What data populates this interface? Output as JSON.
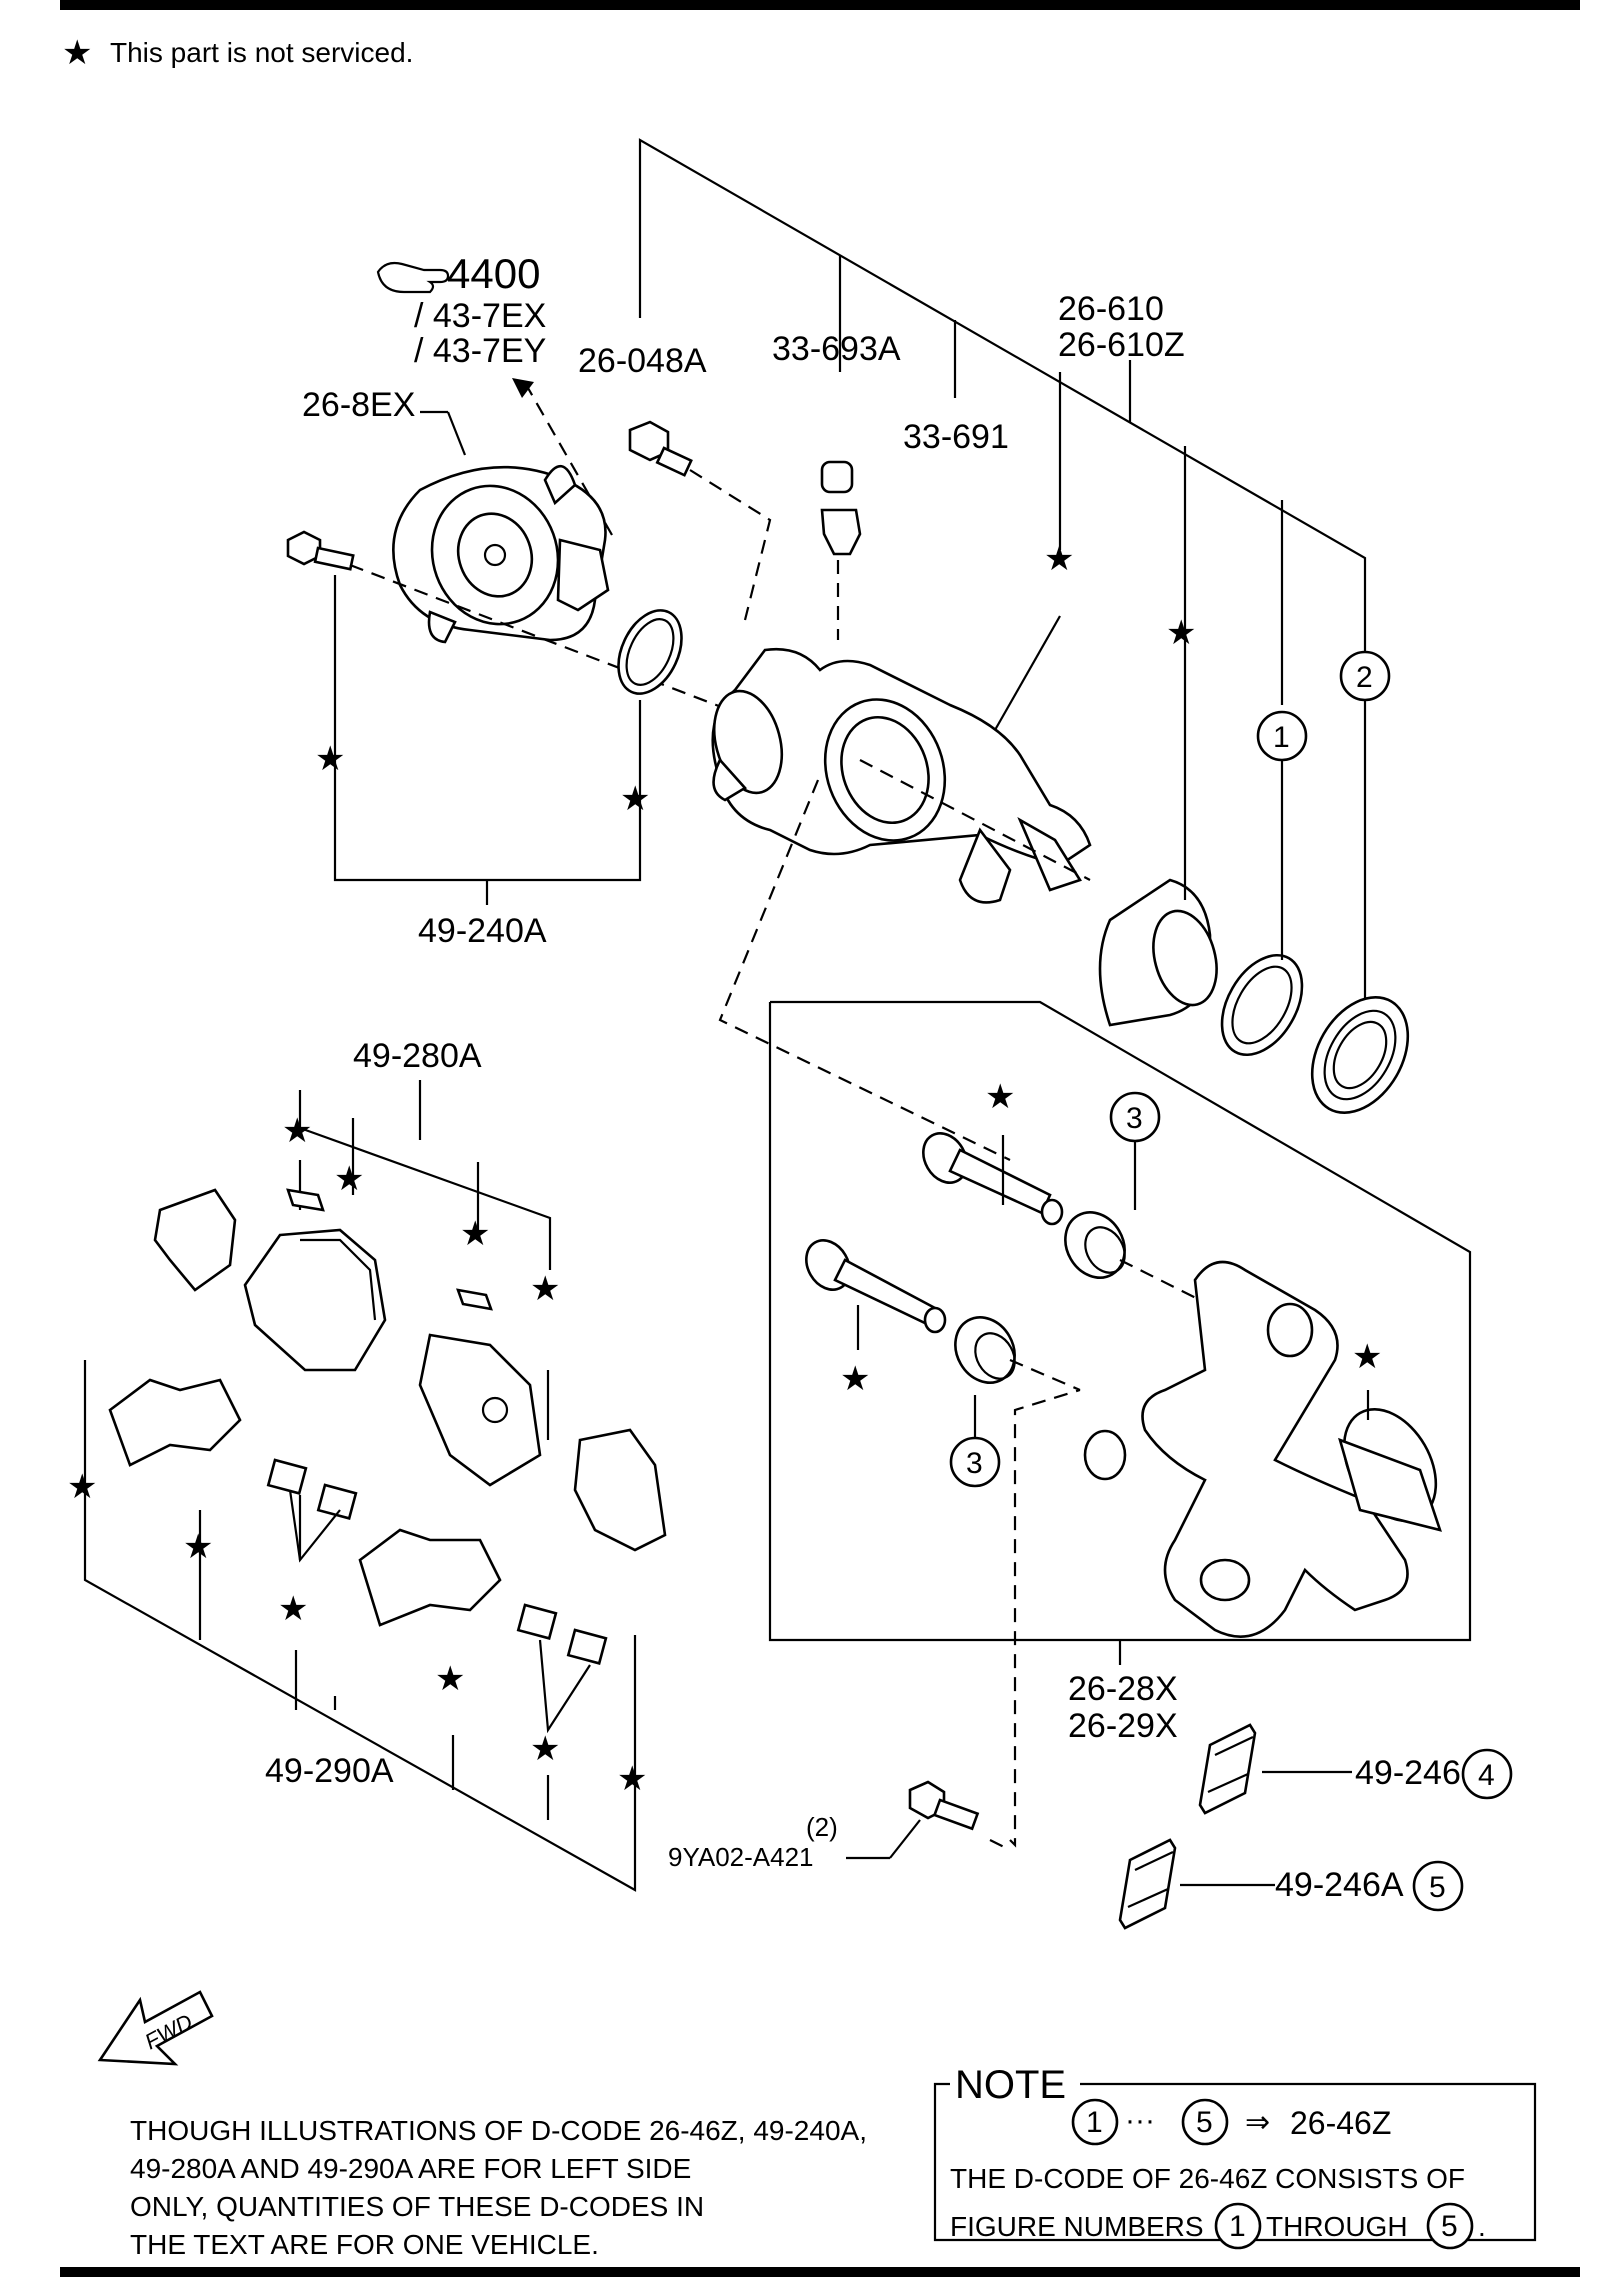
{
  "header_note": {
    "star_symbol": "★",
    "text": "This part is not serviced."
  },
  "labels": {
    "ref_4400": "4400",
    "ref_43_7ex": "/ 43-7EX",
    "ref_43_7ey": "/ 43-7EY",
    "p_26_048a": "26-048A",
    "p_33_693a": "33-693A",
    "p_33_691": "33-691",
    "p_26_610": "26-610",
    "p_26_610z": "26-610Z",
    "p_26_8ex": "26-8EX",
    "p_49_240a": "49-240A",
    "p_49_280a": "49-280A",
    "p_49_290a": "49-290A",
    "p_26_28x": "26-28X",
    "p_26_29x": "26-29X",
    "p_49_246": "49-246",
    "p_49_246a": "49-246A",
    "p_9ya02": "9YA02-A421",
    "qty_2": "(2)",
    "fwd": "FWD"
  },
  "circle_numbers": {
    "c1": "1",
    "c2": "2",
    "c3": "3",
    "c4": "4",
    "c5": "5"
  },
  "star": "★",
  "bottom_text": {
    "line1": "THOUGH ILLUSTRATIONS OF D-CODE 26-46Z, 49-240A,",
    "line2": "49-280A AND 49-290A ARE FOR LEFT SIDE",
    "line3": "ONLY, QUANTITIES OF THESE D-CODES IN",
    "line4": "THE TEXT ARE FOR ONE VEHICLE."
  },
  "note_box": {
    "title": "NOTE",
    "row1_ellipsis": "···",
    "row1_arrow": "⇒",
    "row1_code": "26-46Z",
    "row2": "THE D-CODE OF 26-46Z CONSISTS OF",
    "row3_prefix": "FIGURE NUMBERS",
    "row3_middle": "THROUGH",
    "row3_suffix": "."
  }
}
